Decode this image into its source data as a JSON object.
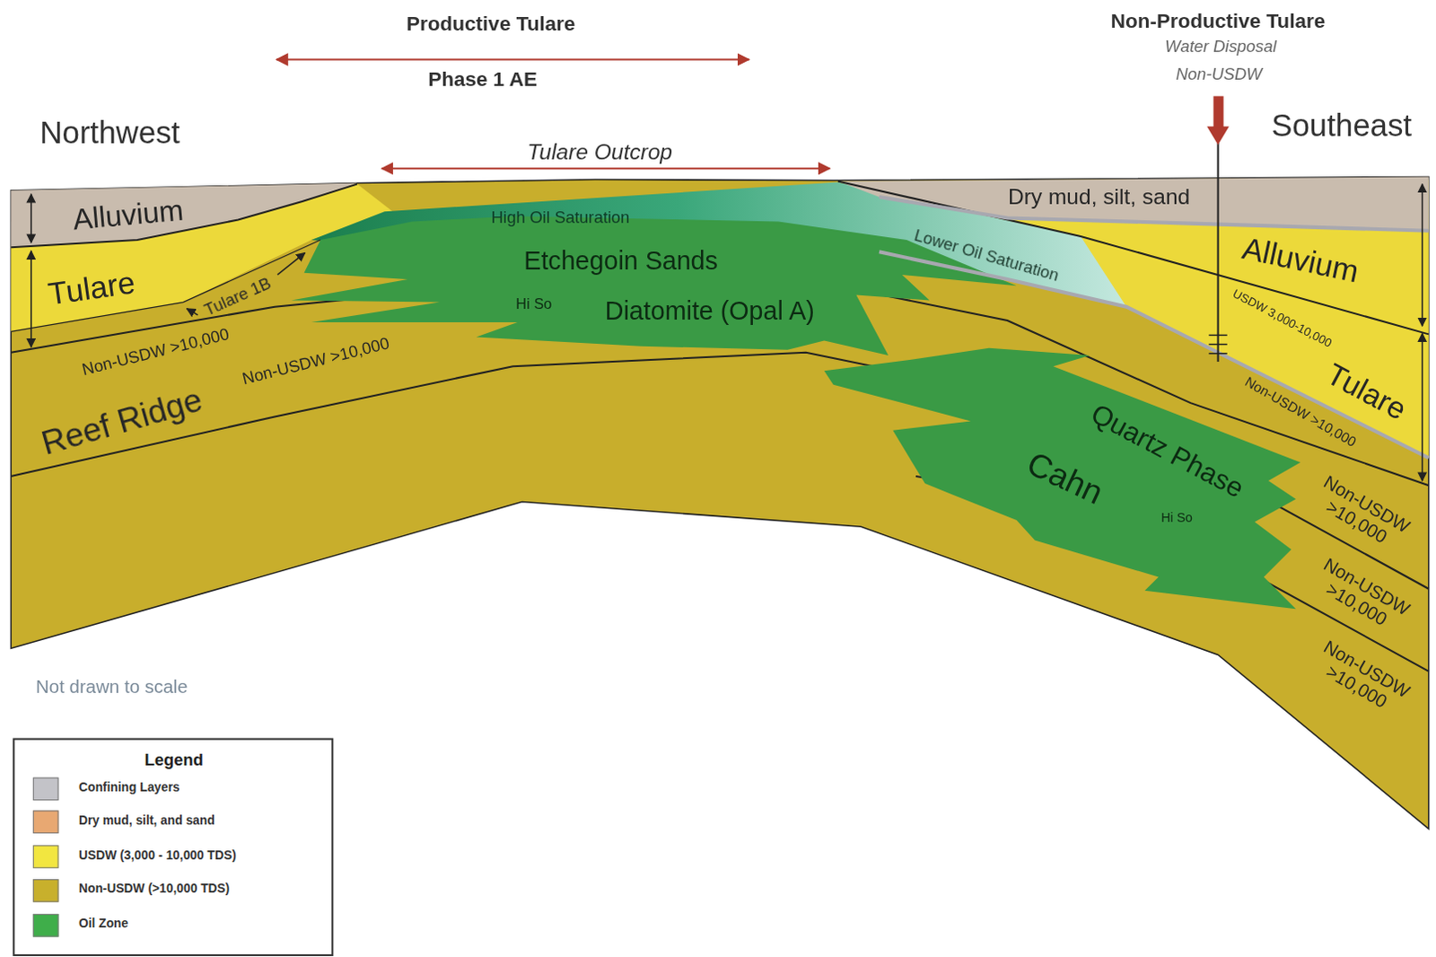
{
  "diagram": {
    "labels": [
      "Productive Tulare",
      "Phase 1 AE",
      "Non-Productive Tulare",
      "Water Disposal",
      "Non-USDW",
      "Northwest",
      "Southeast",
      "Tulare Outcrop",
      "Alluvium",
      "Tulare",
      "Tulare 1B",
      "Non-USDW >10,000",
      "Non-USDW >10,000",
      "Reef Ridge",
      "High Oil Saturation",
      "Etchegoin Sands",
      "Hi So",
      "Diatomite (Opal A)",
      "Lower Oil Saturation",
      "Dry mud, silt, sand",
      "Alluvium",
      "USDW 3,000-10,000",
      "Non-USDW >10,000",
      "Tulare",
      "Quartz Phase",
      "Cahn",
      "Hi So",
      "Non-USDW >10,000",
      "Non-USDW >10,000",
      "Non-USDW >10,000",
      "Not drawn to scale",
      "Legend"
    ],
    "legend": [
      {
        "text": "Confining Layers",
        "color": "#c3c3c8"
      },
      {
        "text": "Dry mud, silt, and sand",
        "color": "#e8a872"
      },
      {
        "text": "USDW (3,000 - 10,000 TDS)",
        "color": "#f2e640"
      },
      {
        "text": "Non-USDW (>10,000 TDS)",
        "color": "#c8b02c"
      },
      {
        "text": "Oil Zone",
        "color": "#3fae4a"
      }
    ]
  }
}
